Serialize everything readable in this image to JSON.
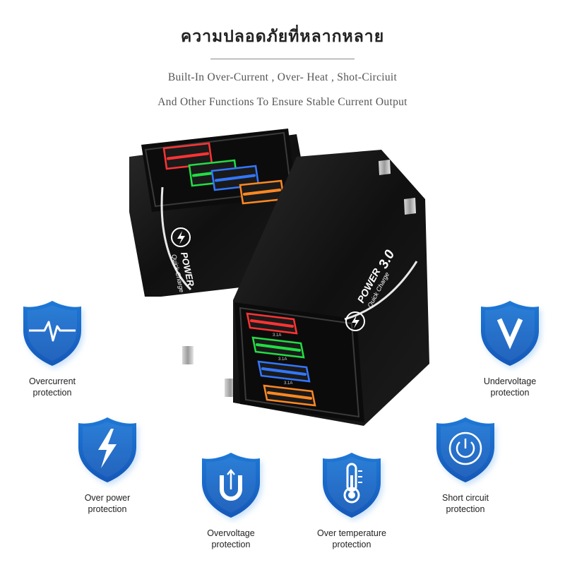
{
  "header": {
    "title": "ความปลอดภัยที่หลากหลาย",
    "subtitle_line1": "Built-In Over-Current , Over- Heat , Shot-Circiuit",
    "subtitle_line2": "And Other Functions To Ensure Stable Current Output"
  },
  "product": {
    "brand_word": "POWER",
    "brand_sub": "Quick Charge",
    "brand_version": "3.0",
    "port_rating": "3.1A",
    "body_color": "#151515",
    "port_led_colors": [
      "#ff3333",
      "#22dd44",
      "#3377ff",
      "#ff8822"
    ]
  },
  "features": [
    {
      "icon": "pulse-line-icon",
      "line1": "Overcurrent",
      "line2": "protection"
    },
    {
      "icon": "letter-v-icon",
      "line1": "Undervoltage",
      "line2": "protection"
    },
    {
      "icon": "lightning-bolt-icon",
      "line1": "Over power",
      "line2": "protection"
    },
    {
      "icon": "u-arrow-icon",
      "line1": "Overvoltage",
      "line2": "protection"
    },
    {
      "icon": "thermometer-icon",
      "line1": "Over temperature",
      "line2": "protection"
    },
    {
      "icon": "power-button-icon",
      "line1": "Short circuit",
      "line2": "protection"
    }
  ],
  "colors": {
    "shield_top": "#1e78d6",
    "shield_bottom": "#1558b8",
    "shield_shadow": "#9ec9f2",
    "title_text": "#222222",
    "subtitle_text": "#555555"
  }
}
